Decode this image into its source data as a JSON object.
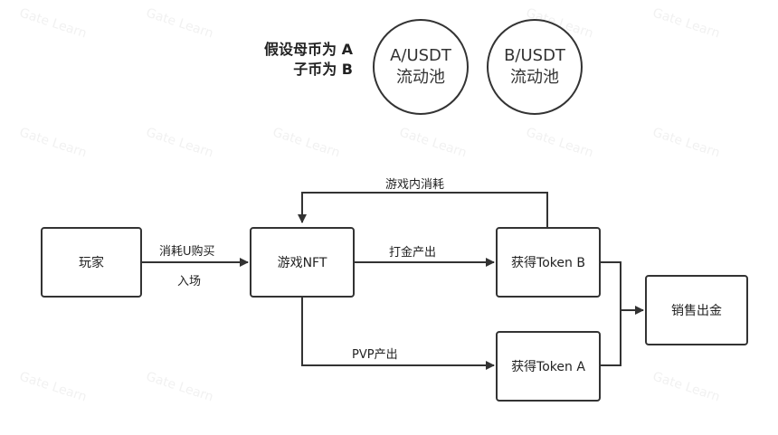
{
  "colors": {
    "stroke": "#333333",
    "text": "#222222",
    "background": "#ffffff"
  },
  "assumption": {
    "line1": "假设母币为 A",
    "line2": "子币为 B"
  },
  "pools": [
    {
      "line1": "A/USDT",
      "line2": "流动池"
    },
    {
      "line1": "B/USDT",
      "line2": "流动池"
    }
  ],
  "nodes": {
    "player": "玩家",
    "game_nft": "游戏NFT",
    "token_b": "获得Token B",
    "token_a": "获得Token A",
    "sell": "销售出金"
  },
  "edges": {
    "pay_line1": "消耗U购买",
    "pay_line2": "入场",
    "in_game_consume": "游戏内消耗",
    "farm_output": "打金产出",
    "pvp_output": "PVP产出"
  },
  "watermark": "Gate Learn"
}
